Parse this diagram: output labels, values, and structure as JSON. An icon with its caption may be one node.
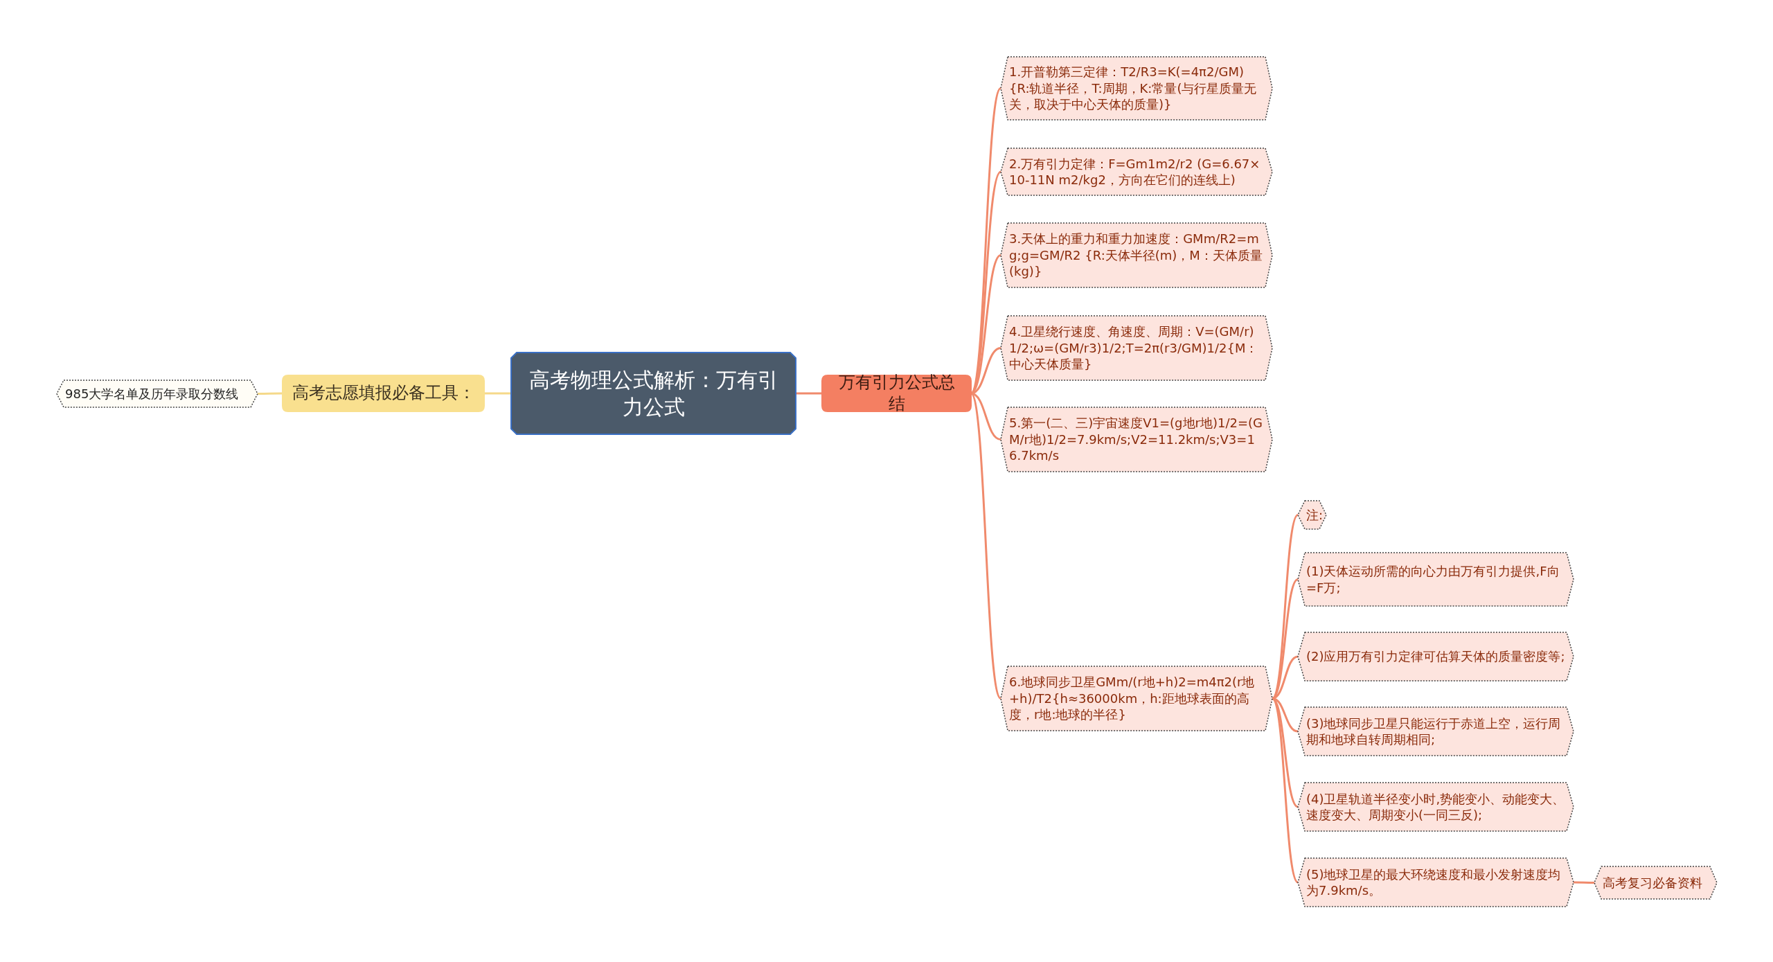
{
  "diagram": {
    "nodes": [
      {
        "text": [
          "高考物理公式解析：万有引力公式"
        ]
      },
      {
        "text": [
          "万有引力公式总结"
        ]
      },
      {
        "text": [
          "高考志愿填报必备工具："
        ]
      },
      {
        "text": [
          "985大学名单及历年录取分数线"
        ]
      },
      {
        "text": [
          "1.开普勒第三定律：T2/R3=K(=4π2/GM){R:轨道半径，T:周期，K:常量(与行星质量无关，取决于中心天体的质量)}"
        ]
      },
      {
        "text": [
          "2.万有引力定律：F=Gm1m2/r2 (G=6.67×10-11N m2/kg2，方向在它们的连线上)"
        ]
      },
      {
        "text": [
          "3.天体上的重力和重力加速度：GMm/R2=mg;g=GM/R2 {R:天体半径(m)，M：天体质量(kg)}"
        ]
      },
      {
        "text": [
          "4.卫星绕行速度、角速度、周期：V=(GM/r)1/2;ω=(GM/r3)1/2;T=2π(r3/GM)1/2{M：中心天体质量}"
        ]
      },
      {
        "text": [
          "5.第一(二、三)宇宙速度V1=(g地r地)1/2=(GM/r地)1/2=7.9km/s;V2=11.2km/s;V3=16.7km/s"
        ]
      },
      {
        "text": [
          "6.地球同步卫星GMm/(r地+h)2=m4π2(r地+h)/T2{h≈36000km，h:距地球表面的高度，r地:地球的半径}"
        ]
      },
      {
        "text": [
          "注:"
        ]
      },
      {
        "text": [
          "(1)天体运动所需的向心力由万有引力提供,F向=F万;"
        ]
      },
      {
        "text": [
          "(2)应用万有引力定律可估算天体的质量密度等;"
        ]
      },
      {
        "text": [
          "(3)地球同步卫星只能运行于赤道上空，运行周期和地球自转周期相同;"
        ]
      },
      {
        "text": [
          "(4)卫星轨道半径变小时,势能变小、动能变大、速度变大、周期变小(一同三反);"
        ]
      },
      {
        "text": [
          "(5)地球卫星的最大环绕速度和最小发射速度均为7.9km/s。"
        ]
      },
      {
        "text": [
          "高考复习必备资料"
        ]
      }
    ],
    "edges": [
      {
        "from": 0,
        "to": 1,
        "arrow": "none"
      },
      {
        "from": 0,
        "to": 2,
        "arrow": "none",
        "color": "#f5d98a"
      },
      {
        "from": 2,
        "to": 3,
        "arrow": "none",
        "color": "#f5d98a"
      },
      {
        "from": 1,
        "to": 4,
        "arrow": "none"
      },
      {
        "from": 1,
        "to": 5,
        "arrow": "none"
      },
      {
        "from": 1,
        "to": 6,
        "arrow": "none"
      },
      {
        "from": 1,
        "to": 7,
        "arrow": "none"
      },
      {
        "from": 1,
        "to": 8,
        "arrow": "none"
      },
      {
        "from": 1,
        "to": 9,
        "arrow": "none"
      },
      {
        "from": 9,
        "to": 10,
        "arrow": "none"
      },
      {
        "from": 9,
        "to": 11,
        "arrow": "none"
      },
      {
        "from": 9,
        "to": 12,
        "arrow": "none"
      },
      {
        "from": 9,
        "to": 13,
        "arrow": "none"
      },
      {
        "from": 9,
        "to": 14,
        "arrow": "none"
      },
      {
        "from": 9,
        "to": 15,
        "arrow": "none"
      },
      {
        "from": 15,
        "to": 16,
        "arrow": "none"
      }
    ]
  }
}
